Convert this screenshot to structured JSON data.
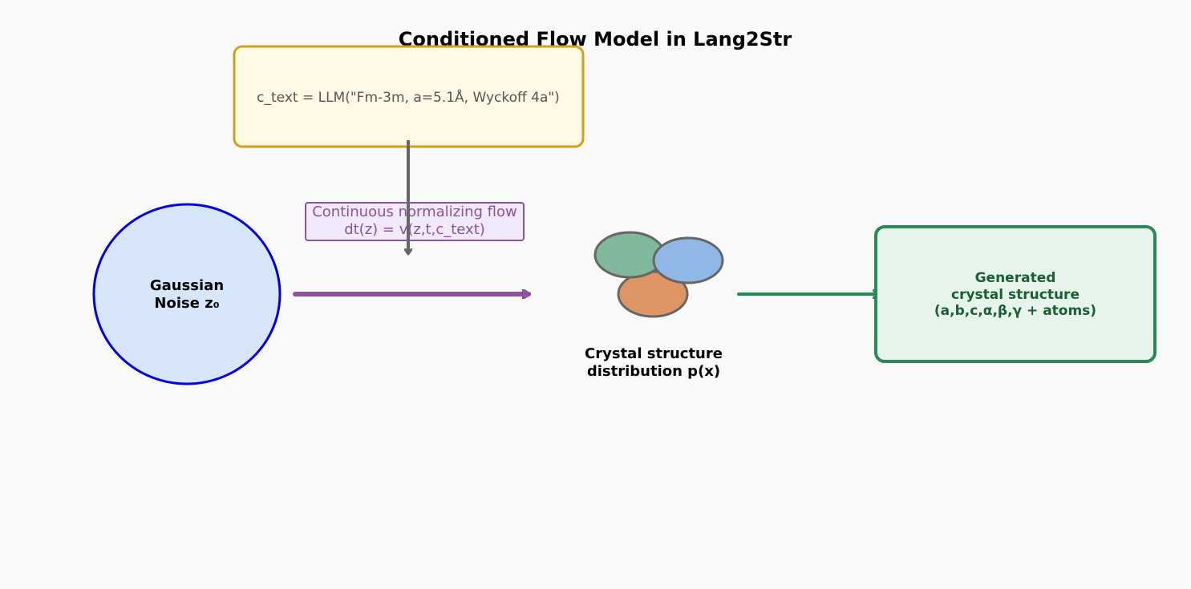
{
  "title": "Conditioned Flow Model in Lang2Str",
  "condition_box": {
    "text": "c_text = LLM(\"Fm-3m, a=5.1Å, Wyckoff 4a\")"
  },
  "flow_label": {
    "line1": "Continuous normalizing flow",
    "line2": "dt(z) = v(z,t,c_text)"
  },
  "noise_node": {
    "line1": "Gaussian",
    "line2": "Noise z₀"
  },
  "distribution_node": {
    "line1": "Crystal structure",
    "line2": "distribution p(x)"
  },
  "output_node": {
    "line1": "Generated",
    "line2": "crystal structure",
    "line3": "(a,b,c,α,β,γ + atoms)"
  },
  "colors": {
    "background": "#fafafa",
    "condition_fill": "#fff9e6",
    "condition_stroke": "#d4a017",
    "condition_arrow": "#666666",
    "flow_fill": "#efe5fb",
    "flow_stroke": "#8e52a0",
    "noise_fill": "#d8e6fb",
    "noise_stroke": "#0000e6",
    "cluster_green": "#7fb89a",
    "cluster_blue": "#8fb8e6",
    "cluster_orange": "#de9463",
    "output_fill": "#e6f4ec",
    "output_stroke": "#2a8a55"
  }
}
